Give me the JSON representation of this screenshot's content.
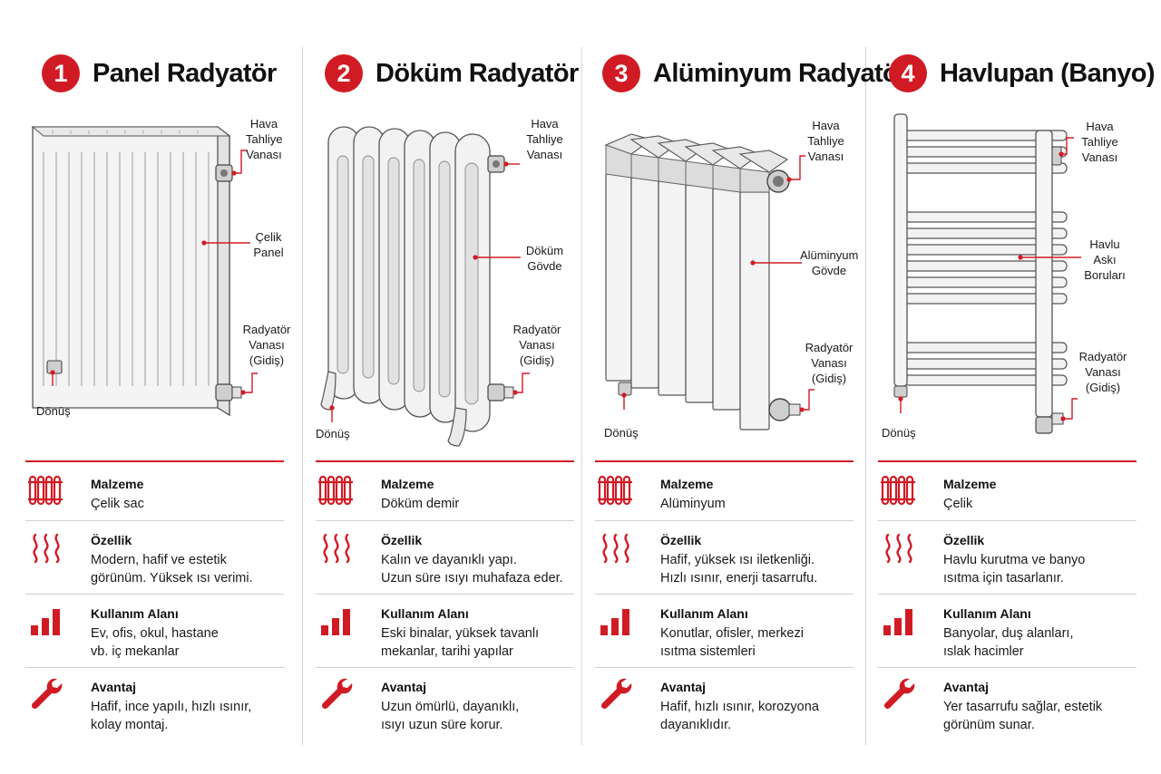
{
  "columns": [
    {
      "number": "1",
      "title": "Panel Radyatör",
      "labels": {
        "hava": "Hava\nTahliye\nVanası",
        "govde": "Çelik\nPanel",
        "vana": "Radyatör\nVanası\n(Gidiş)",
        "donus": "Dönüş"
      },
      "props": [
        {
          "name": "Malzeme",
          "desc": "Çelik sac"
        },
        {
          "name": "Özellik",
          "desc": "Modern, hafif ve estetik\ngörünüm. Yüksek ısı verimi."
        },
        {
          "name": "Kullanım Alanı",
          "desc": "Ev, ofis, okul, hastane\nvb. iç mekanlar"
        },
        {
          "name": "Avantaj",
          "desc": "Hafif, ince yapılı, hızlı ısınır,\nkolay montaj."
        }
      ]
    },
    {
      "number": "2",
      "title": "Döküm Radyatör",
      "labels": {
        "hava": "Hava\nTahliye\nVanası",
        "govde": "Döküm\nGövde",
        "vana": "Radyatör\nVanası\n(Gidiş)",
        "donus": "Dönüş"
      },
      "props": [
        {
          "name": "Malzeme",
          "desc": "Döküm demir"
        },
        {
          "name": "Özellik",
          "desc": "Kalın ve dayanıklı yapı.\nUzun süre ısıyı muhafaza eder."
        },
        {
          "name": "Kullanım Alanı",
          "desc": "Eski binalar, yüksek tavanlı\nmekanlar, tarihi yapılar"
        },
        {
          "name": "Avantaj",
          "desc": "Uzun ömürlü, dayanıklı,\nısıyı uzun süre korur."
        }
      ]
    },
    {
      "number": "3",
      "title": "Alüminyum Radyatör",
      "labels": {
        "hava": "Hava\nTahliye\nVanası",
        "govde": "Alüminyum\nGövde",
        "vana": "Radyatör\nVanası\n(Gidiş)",
        "donus": "Dönüş"
      },
      "props": [
        {
          "name": "Malzeme",
          "desc": "Alüminyum"
        },
        {
          "name": "Özellik",
          "desc": "Hafif, yüksek ısı iletkenliği.\nHızlı ısınır, enerji tasarrufu."
        },
        {
          "name": "Kullanım Alanı",
          "desc": "Konutlar, ofisler, merkezi\nısıtma sistemleri"
        },
        {
          "name": "Avantaj",
          "desc": "Hafif, hızlı ısınır, korozyona\ndayanıklıdır."
        }
      ]
    },
    {
      "number": "4",
      "title": "Havlupan (Banyo)",
      "labels": {
        "hava": "Hava\nTahliye\nVanası",
        "govde": "Havlu\nAskı\nBoruları",
        "vana": "Radyatör\nVanası\n(Gidiş)",
        "donus": "Dönüş"
      },
      "props": [
        {
          "name": "Malzeme",
          "desc": "Çelik"
        },
        {
          "name": "Özellik",
          "desc": "Havlu kurutma ve banyo\nısıtma için tasarlanır."
        },
        {
          "name": "Kullanım Alanı",
          "desc": "Banyolar, duş alanları,\nıslak hacimler"
        },
        {
          "name": "Avantaj",
          "desc": "Yer tasarrufu sağlar, estetik\ngörünüm sunar."
        }
      ]
    }
  ],
  "icons": [
    "radiator-icon",
    "heat-waves-icon",
    "bar-chart-icon",
    "wrench-icon"
  ],
  "colors": {
    "accent": "#d11b24",
    "line": "#d6d6d6",
    "text": "#1a1a1a"
  }
}
